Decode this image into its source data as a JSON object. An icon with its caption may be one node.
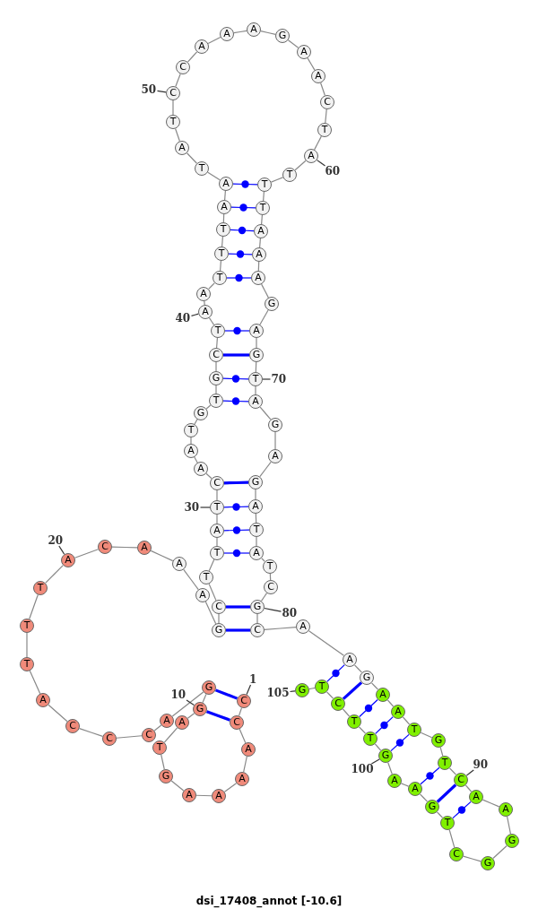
{
  "diagram": {
    "caption": "dsi_17408_annot [-10.6]",
    "nodes": [
      {
        "text": [
          "C"
        ]
      },
      {
        "text": [
          "C"
        ]
      },
      {
        "text": [
          "A"
        ]
      },
      {
        "text": [
          "A"
        ]
      },
      {
        "text": [
          "A"
        ]
      },
      {
        "text": [
          "A"
        ]
      },
      {
        "text": [
          "G"
        ]
      },
      {
        "text": [
          "T"
        ]
      },
      {
        "text": [
          "A"
        ]
      },
      {
        "text": [
          "G"
        ]
      },
      {
        "text": [
          "G"
        ]
      },
      {
        "text": [
          "A"
        ]
      },
      {
        "text": [
          "C"
        ]
      },
      {
        "text": [
          "C"
        ]
      },
      {
        "text": [
          "C"
        ]
      },
      {
        "text": [
          "A"
        ]
      },
      {
        "text": [
          "T"
        ]
      },
      {
        "text": [
          "T"
        ]
      },
      {
        "text": [
          "T"
        ]
      },
      {
        "text": [
          "A"
        ]
      },
      {
        "text": [
          "C"
        ]
      },
      {
        "text": [
          "A"
        ]
      },
      {
        "text": [
          "A"
        ]
      },
      {
        "text": [
          "A"
        ]
      },
      {
        "text": [
          "G"
        ]
      },
      {
        "text": [
          "C"
        ]
      },
      {
        "text": [
          "T"
        ]
      },
      {
        "text": [
          "T"
        ]
      },
      {
        "text": [
          "A"
        ]
      },
      {
        "text": [
          "T"
        ]
      },
      {
        "text": [
          "C"
        ]
      },
      {
        "text": [
          "A"
        ]
      },
      {
        "text": [
          "A"
        ]
      },
      {
        "text": [
          "T"
        ]
      },
      {
        "text": [
          "G"
        ]
      },
      {
        "text": [
          "T"
        ]
      },
      {
        "text": [
          "G"
        ]
      },
      {
        "text": [
          "C"
        ]
      },
      {
        "text": [
          "T"
        ]
      },
      {
        "text": [
          "A"
        ]
      },
      {
        "text": [
          "A"
        ]
      },
      {
        "text": [
          "T"
        ]
      },
      {
        "text": [
          "T"
        ]
      },
      {
        "text": [
          "T"
        ]
      },
      {
        "text": [
          "A"
        ]
      },
      {
        "text": [
          "A"
        ]
      },
      {
        "text": [
          "T"
        ]
      },
      {
        "text": [
          "A"
        ]
      },
      {
        "text": [
          "T"
        ]
      },
      {
        "text": [
          "C"
        ]
      },
      {
        "text": [
          "C"
        ]
      },
      {
        "text": [
          "A"
        ]
      },
      {
        "text": [
          "A"
        ]
      },
      {
        "text": [
          "A"
        ]
      },
      {
        "text": [
          "G"
        ]
      },
      {
        "text": [
          "A"
        ]
      },
      {
        "text": [
          "A"
        ]
      },
      {
        "text": [
          "C"
        ]
      },
      {
        "text": [
          "T"
        ]
      },
      {
        "text": [
          "A"
        ]
      },
      {
        "text": [
          "T"
        ]
      },
      {
        "text": [
          "T"
        ]
      },
      {
        "text": [
          "T"
        ]
      },
      {
        "text": [
          "A"
        ]
      },
      {
        "text": [
          "A"
        ]
      },
      {
        "text": [
          "A"
        ]
      },
      {
        "text": [
          "G"
        ]
      },
      {
        "text": [
          "A"
        ]
      },
      {
        "text": [
          "G"
        ]
      },
      {
        "text": [
          "T"
        ]
      },
      {
        "text": [
          "A"
        ]
      },
      {
        "text": [
          "G"
        ]
      },
      {
        "text": [
          "A"
        ]
      },
      {
        "text": [
          "G"
        ]
      },
      {
        "text": [
          "A"
        ]
      },
      {
        "text": [
          "T"
        ]
      },
      {
        "text": [
          "A"
        ]
      },
      {
        "text": [
          "T"
        ]
      },
      {
        "text": [
          "C"
        ]
      },
      {
        "text": [
          "G"
        ]
      },
      {
        "text": [
          "C"
        ]
      },
      {
        "text": [
          "A"
        ]
      },
      {
        "text": [
          "A"
        ]
      },
      {
        "text": [
          "G"
        ]
      },
      {
        "text": [
          "A"
        ]
      },
      {
        "text": [
          "A"
        ]
      },
      {
        "text": [
          "T"
        ]
      },
      {
        "text": [
          "G"
        ]
      },
      {
        "text": [
          "T"
        ]
      },
      {
        "text": [
          "C"
        ]
      },
      {
        "text": [
          "A"
        ]
      },
      {
        "text": [
          "A"
        ]
      },
      {
        "text": [
          "G"
        ]
      },
      {
        "text": [
          "G"
        ]
      },
      {
        "text": [
          "C"
        ]
      },
      {
        "text": [
          "T"
        ]
      },
      {
        "text": [
          "G"
        ]
      },
      {
        "text": [
          "A"
        ]
      },
      {
        "text": [
          "A"
        ]
      },
      {
        "text": [
          "G"
        ]
      },
      {
        "text": [
          "T"
        ]
      },
      {
        "text": [
          "T"
        ]
      },
      {
        "text": [
          "C"
        ]
      },
      {
        "text": [
          "T"
        ]
      },
      {
        "text": [
          "G"
        ]
      },
      {
        "text": [
          "1"
        ]
      },
      {
        "text": [
          "10"
        ]
      },
      {
        "text": [
          "20"
        ]
      },
      {
        "text": [
          "30"
        ]
      },
      {
        "text": [
          "40"
        ]
      },
      {
        "text": [
          "50"
        ]
      },
      {
        "text": [
          "60"
        ]
      },
      {
        "text": [
          "70"
        ]
      },
      {
        "text": [
          "80"
        ]
      },
      {
        "text": [
          "90"
        ]
      },
      {
        "text": [
          "100"
        ]
      },
      {
        "text": [
          "105"
        ]
      }
    ],
    "edges": [
      {
        "from": 0,
        "to": 1,
        "arrow": "none"
      },
      {
        "from": 1,
        "to": 2,
        "arrow": "none"
      },
      {
        "from": 2,
        "to": 3,
        "arrow": "none"
      },
      {
        "from": 3,
        "to": 4,
        "arrow": "none"
      },
      {
        "from": 4,
        "to": 5,
        "arrow": "none"
      },
      {
        "from": 5,
        "to": 6,
        "arrow": "none"
      },
      {
        "from": 6,
        "to": 7,
        "arrow": "none"
      },
      {
        "from": 7,
        "to": 8,
        "arrow": "none"
      },
      {
        "from": 8,
        "to": 9,
        "arrow": "none"
      },
      {
        "from": 9,
        "to": 10,
        "arrow": "none"
      },
      {
        "from": 10,
        "to": 11,
        "arrow": "none"
      },
      {
        "from": 11,
        "to": 12,
        "arrow": "none"
      },
      {
        "from": 12,
        "to": 13,
        "arrow": "none"
      },
      {
        "from": 13,
        "to": 14,
        "arrow": "none"
      },
      {
        "from": 14,
        "to": 15,
        "arrow": "none"
      },
      {
        "from": 15,
        "to": 16,
        "arrow": "none"
      },
      {
        "from": 16,
        "to": 17,
        "arrow": "none"
      },
      {
        "from": 17,
        "to": 18,
        "arrow": "none"
      },
      {
        "from": 18,
        "to": 19,
        "arrow": "none"
      },
      {
        "from": 19,
        "to": 20,
        "arrow": "none"
      },
      {
        "from": 20,
        "to": 21,
        "arrow": "none"
      },
      {
        "from": 21,
        "to": 22,
        "arrow": "none"
      },
      {
        "from": 22,
        "to": 23,
        "arrow": "none"
      },
      {
        "from": 23,
        "to": 24,
        "arrow": "none"
      },
      {
        "from": 24,
        "to": 25,
        "arrow": "none"
      },
      {
        "from": 25,
        "to": 26,
        "arrow": "none"
      },
      {
        "from": 26,
        "to": 27,
        "arrow": "none"
      },
      {
        "from": 27,
        "to": 28,
        "arrow": "none"
      },
      {
        "from": 28,
        "to": 29,
        "arrow": "none"
      },
      {
        "from": 29,
        "to": 30,
        "arrow": "none"
      },
      {
        "from": 30,
        "to": 31,
        "arrow": "none"
      },
      {
        "from": 31,
        "to": 32,
        "arrow": "none"
      },
      {
        "from": 32,
        "to": 33,
        "arrow": "none"
      },
      {
        "from": 33,
        "to": 34,
        "arrow": "none"
      },
      {
        "from": 34,
        "to": 35,
        "arrow": "none"
      },
      {
        "from": 35,
        "to": 36,
        "arrow": "none"
      },
      {
        "from": 36,
        "to": 37,
        "arrow": "none"
      },
      {
        "from": 37,
        "to": 38,
        "arrow": "none"
      },
      {
        "from": 38,
        "to": 39,
        "arrow": "none"
      },
      {
        "from": 39,
        "to": 40,
        "arrow": "none"
      },
      {
        "from": 40,
        "to": 41,
        "arrow": "none"
      },
      {
        "from": 41,
        "to": 42,
        "arrow": "none"
      },
      {
        "from": 42,
        "to": 43,
        "arrow": "none"
      },
      {
        "from": 43,
        "to": 44,
        "arrow": "none"
      },
      {
        "from": 44,
        "to": 45,
        "arrow": "none"
      },
      {
        "from": 45,
        "to": 46,
        "arrow": "none"
      },
      {
        "from": 46,
        "to": 47,
        "arrow": "none"
      },
      {
        "from": 47,
        "to": 48,
        "arrow": "none"
      },
      {
        "from": 48,
        "to": 49,
        "arrow": "none"
      },
      {
        "from": 49,
        "to": 50,
        "arrow": "none"
      },
      {
        "from": 50,
        "to": 51,
        "arrow": "none"
      },
      {
        "from": 51,
        "to": 52,
        "arrow": "none"
      },
      {
        "from": 52,
        "to": 53,
        "arrow": "none"
      },
      {
        "from": 53,
        "to": 54,
        "arrow": "none"
      },
      {
        "from": 54,
        "to": 55,
        "arrow": "none"
      },
      {
        "from": 55,
        "to": 56,
        "arrow": "none"
      },
      {
        "from": 56,
        "to": 57,
        "arrow": "none"
      },
      {
        "from": 57,
        "to": 58,
        "arrow": "none"
      },
      {
        "from": 58,
        "to": 59,
        "arrow": "none"
      },
      {
        "from": 59,
        "to": 60,
        "arrow": "none"
      },
      {
        "from": 60,
        "to": 61,
        "arrow": "none"
      },
      {
        "from": 61,
        "to": 62,
        "arrow": "none"
      },
      {
        "from": 62,
        "to": 63,
        "arrow": "none"
      },
      {
        "from": 63,
        "to": 64,
        "arrow": "none"
      },
      {
        "from": 64,
        "to": 65,
        "arrow": "none"
      },
      {
        "from": 65,
        "to": 66,
        "arrow": "none"
      },
      {
        "from": 66,
        "to": 67,
        "arrow": "none"
      },
      {
        "from": 67,
        "to": 68,
        "arrow": "none"
      },
      {
        "from": 68,
        "to": 69,
        "arrow": "none"
      },
      {
        "from": 69,
        "to": 70,
        "arrow": "none"
      },
      {
        "from": 70,
        "to": 71,
        "arrow": "none"
      },
      {
        "from": 71,
        "to": 72,
        "arrow": "none"
      },
      {
        "from": 72,
        "to": 73,
        "arrow": "none"
      },
      {
        "from": 73,
        "to": 74,
        "arrow": "none"
      },
      {
        "from": 74,
        "to": 75,
        "arrow": "none"
      },
      {
        "from": 75,
        "to": 76,
        "arrow": "none"
      },
      {
        "from": 76,
        "to": 77,
        "arrow": "none"
      },
      {
        "from": 77,
        "to": 78,
        "arrow": "none"
      },
      {
        "from": 78,
        "to": 79,
        "arrow": "none"
      },
      {
        "from": 79,
        "to": 80,
        "arrow": "none"
      },
      {
        "from": 80,
        "to": 81,
        "arrow": "none"
      },
      {
        "from": 81,
        "to": 82,
        "arrow": "none"
      },
      {
        "from": 82,
        "to": 83,
        "arrow": "none"
      },
      {
        "from": 83,
        "to": 84,
        "arrow": "none"
      },
      {
        "from": 84,
        "to": 85,
        "arrow": "none"
      },
      {
        "from": 85,
        "to": 86,
        "arrow": "none"
      },
      {
        "from": 86,
        "to": 87,
        "arrow": "none"
      },
      {
        "from": 87,
        "to": 88,
        "arrow": "none"
      },
      {
        "from": 88,
        "to": 89,
        "arrow": "none"
      },
      {
        "from": 89,
        "to": 90,
        "arrow": "none"
      },
      {
        "from": 90,
        "to": 91,
        "arrow": "none"
      },
      {
        "from": 91,
        "to": 92,
        "arrow": "none"
      },
      {
        "from": 92,
        "to": 93,
        "arrow": "none"
      },
      {
        "from": 93,
        "to": 94,
        "arrow": "none"
      },
      {
        "from": 94,
        "to": 95,
        "arrow": "none"
      },
      {
        "from": 95,
        "to": 96,
        "arrow": "none"
      },
      {
        "from": 96,
        "to": 97,
        "arrow": "none"
      },
      {
        "from": 97,
        "to": 98,
        "arrow": "none"
      },
      {
        "from": 98,
        "to": 99,
        "arrow": "none"
      },
      {
        "from": 99,
        "to": 100,
        "arrow": "none"
      },
      {
        "from": 100,
        "to": 101,
        "arrow": "none"
      },
      {
        "from": 101,
        "to": 102,
        "arrow": "none"
      },
      {
        "from": 102,
        "to": 103,
        "arrow": "none"
      },
      {
        "from": 103,
        "to": 104,
        "arrow": "none"
      },
      {
        "from": 0,
        "to": 10,
        "arrow": "none",
        "style": "thick",
        "color": "#0000ff"
      },
      {
        "from": 1,
        "to": 9,
        "arrow": "none",
        "style": "thick",
        "color": "#0000ff"
      },
      {
        "from": 24,
        "to": 80,
        "arrow": "none",
        "style": "thick",
        "color": "#0000ff"
      },
      {
        "from": 25,
        "to": 79,
        "arrow": "none",
        "style": "thick",
        "color": "#0000ff"
      },
      {
        "from": 27,
        "to": 76,
        "arrow": "none",
        "color": "#0000ff"
      },
      {
        "from": 28,
        "to": 75,
        "arrow": "none",
        "color": "#0000ff"
      },
      {
        "from": 29,
        "to": 74,
        "arrow": "none",
        "color": "#0000ff"
      },
      {
        "from": 30,
        "to": 73,
        "arrow": "none",
        "style": "thick",
        "color": "#0000ff"
      },
      {
        "from": 35,
        "to": 70,
        "arrow": "none",
        "color": "#0000ff"
      },
      {
        "from": 36,
        "to": 69,
        "arrow": "none",
        "color": "#0000ff"
      },
      {
        "from": 37,
        "to": 68,
        "arrow": "none",
        "style": "thick",
        "color": "#0000ff"
      },
      {
        "from": 38,
        "to": 67,
        "arrow": "none",
        "color": "#0000ff"
      },
      {
        "from": 41,
        "to": 65,
        "arrow": "none",
        "color": "#0000ff"
      },
      {
        "from": 42,
        "to": 64,
        "arrow": "none",
        "color": "#0000ff"
      },
      {
        "from": 43,
        "to": 63,
        "arrow": "none",
        "color": "#0000ff"
      },
      {
        "from": 44,
        "to": 62,
        "arrow": "none",
        "color": "#0000ff"
      },
      {
        "from": 45,
        "to": 61,
        "arrow": "none",
        "color": "#0000ff"
      },
      {
        "from": 82,
        "to": 103,
        "arrow": "none",
        "color": "#0000ff"
      },
      {
        "from": 83,
        "to": 102,
        "arrow": "none",
        "style": "thick",
        "color": "#0000ff"
      },
      {
        "from": 84,
        "to": 101,
        "arrow": "none",
        "color": "#0000ff"
      },
      {
        "from": 85,
        "to": 100,
        "arrow": "none",
        "color": "#0000ff"
      },
      {
        "from": 86,
        "to": 99,
        "arrow": "none",
        "color": "#0000ff"
      },
      {
        "from": 88,
        "to": 97,
        "arrow": "none",
        "color": "#0000ff"
      },
      {
        "from": 89,
        "to": 96,
        "arrow": "none",
        "style": "thick",
        "color": "#0000ff"
      },
      {
        "from": 90,
        "to": 95,
        "arrow": "none",
        "color": "#0000ff"
      },
      {
        "from": 105,
        "to": 0,
        "arrow": "none",
        "color": "#333333"
      },
      {
        "from": 106,
        "to": 9,
        "arrow": "none",
        "color": "#333333"
      },
      {
        "from": 107,
        "to": 19,
        "arrow": "none",
        "color": "#333333"
      },
      {
        "from": 108,
        "to": 29,
        "arrow": "none",
        "color": "#333333"
      },
      {
        "from": 109,
        "to": 39,
        "arrow": "none",
        "color": "#333333"
      },
      {
        "from": 110,
        "to": 49,
        "arrow": "none",
        "color": "#333333"
      },
      {
        "from": 111,
        "to": 59,
        "arrow": "none",
        "color": "#333333"
      },
      {
        "from": 112,
        "to": 69,
        "arrow": "none",
        "color": "#333333"
      },
      {
        "from": 113,
        "to": 79,
        "arrow": "none",
        "color": "#333333"
      },
      {
        "from": 114,
        "to": 89,
        "arrow": "none",
        "color": "#333333"
      },
      {
        "from": 115,
        "to": 99,
        "arrow": "none",
        "color": "#333333"
      },
      {
        "from": 116,
        "to": 104,
        "arrow": "none",
        "color": "#333333"
      }
    ]
  }
}
